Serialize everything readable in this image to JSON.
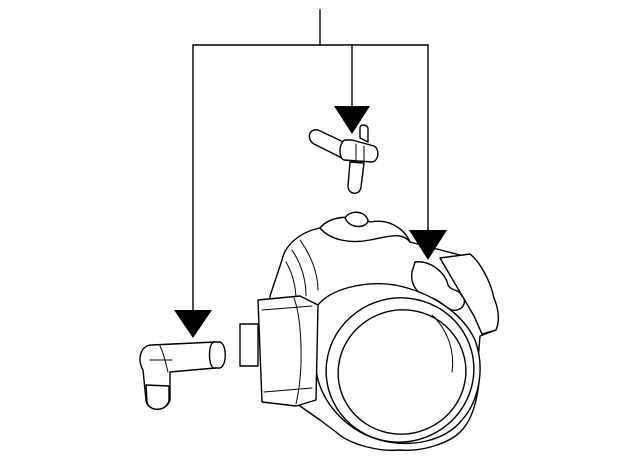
{
  "diagram": {
    "type": "exploded-parts-illustration",
    "background": "#ffffff",
    "line_color": "#000000",
    "parts": [
      {
        "name": "throttle-body",
        "callout": "arrow"
      },
      {
        "name": "throttle-position-sensor",
        "callout": "arrow"
      },
      {
        "name": "elbow-connector",
        "callout": "arrow"
      },
      {
        "name": "straight-fitting-tee",
        "callout": "arrow"
      }
    ]
  }
}
